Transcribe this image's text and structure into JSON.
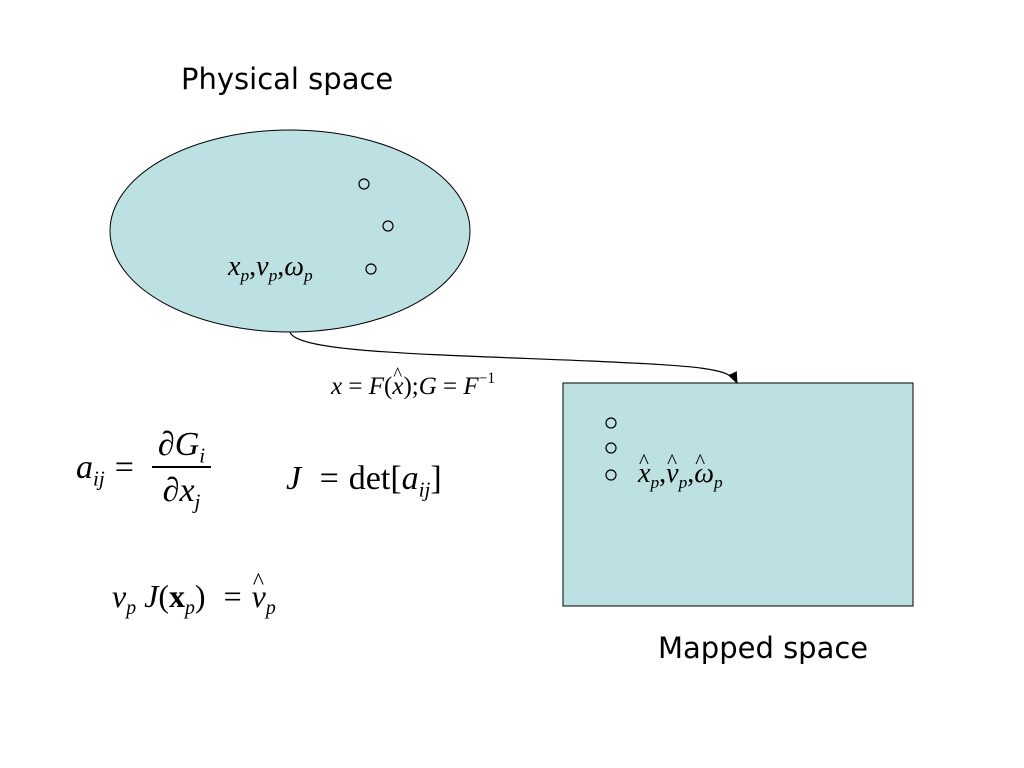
{
  "physical_space": {
    "title": "Physical space",
    "variables": "x_p, v_p, ω_p",
    "fill_color": "#bde0e3"
  },
  "mapped_space": {
    "title": "Mapped space",
    "variables": "x̂_p, v̂_p, ω̂_p",
    "fill_color": "#bde0e3"
  },
  "mapping": {
    "equation": "x = F(x̂); G = F^-1"
  },
  "equations": {
    "jacobian_entry": "a_ij = ∂G_i / ∂x_j",
    "jacobian_det": "J = det[a_ij]",
    "volume_relation": "v_p J(x_p) = v̂_p"
  }
}
